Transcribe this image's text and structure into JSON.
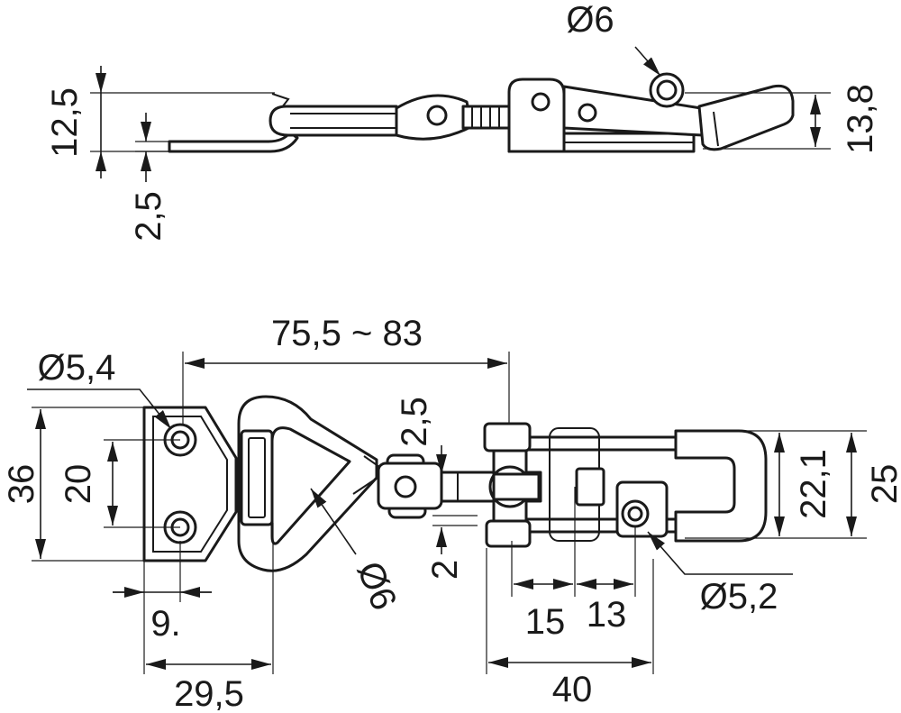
{
  "side_view": {
    "ring_diameter": "Ø6",
    "overall_height": "12,5",
    "plate_thickness": "2,5",
    "lever_height": "13,8"
  },
  "plan_view": {
    "length_range": "75,5 ~ 83",
    "hole_diameter": "Ø5,4",
    "plate_height": "36",
    "hole_spacing": "20",
    "hole_offset": "9.",
    "plate_to_loop": "29,5",
    "rod_thickness": "2,5",
    "loop_wire_diameter": "Ø6",
    "offset": "2",
    "pin_to_frame": "15",
    "frame_to_hole": "13",
    "body_length": "40",
    "mount_hole_diameter": "Ø5,2",
    "handle_inner_width": "22,1",
    "handle_outer_width": "25"
  }
}
